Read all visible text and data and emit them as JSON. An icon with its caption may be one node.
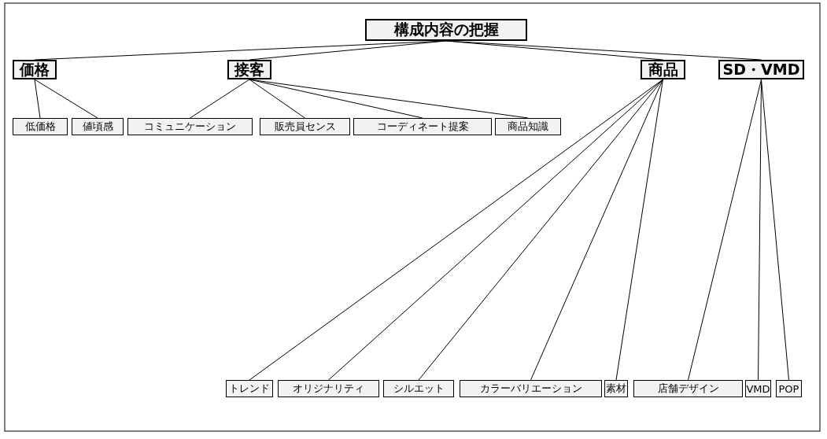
{
  "diagram": {
    "nodes": [
      {
        "text": [
          "構成内容の把握"
        ]
      },
      {
        "text": [
          "価格"
        ]
      },
      {
        "text": [
          "接客"
        ]
      },
      {
        "text": [
          "商品"
        ]
      },
      {
        "text": [
          "SD・VMD"
        ]
      },
      {
        "text": [
          "低価格"
        ]
      },
      {
        "text": [
          "値頃感"
        ]
      },
      {
        "text": [
          "コミュニケーション"
        ]
      },
      {
        "text": [
          "販売員センス"
        ]
      },
      {
        "text": [
          "コーディネート提案"
        ]
      },
      {
        "text": [
          "商品知識"
        ]
      },
      {
        "text": [
          "トレンド"
        ]
      },
      {
        "text": [
          "オリジナリティ"
        ]
      },
      {
        "text": [
          "シルエット"
        ]
      },
      {
        "text": [
          "カラーバリエーション"
        ]
      },
      {
        "text": [
          "素材"
        ]
      },
      {
        "text": [
          "店舗デザイン"
        ]
      },
      {
        "text": [
          "VMD"
        ]
      },
      {
        "text": [
          "POP"
        ]
      }
    ],
    "edges": [
      {
        "from": 0,
        "to": 1,
        "arrow": "none"
      },
      {
        "from": 0,
        "to": 2,
        "arrow": "none"
      },
      {
        "from": 0,
        "to": 3,
        "arrow": "none"
      },
      {
        "from": 0,
        "to": 4,
        "arrow": "none"
      },
      {
        "from": 1,
        "to": 5,
        "arrow": "none"
      },
      {
        "from": 1,
        "to": 6,
        "arrow": "none"
      },
      {
        "from": 2,
        "to": 7,
        "arrow": "none"
      },
      {
        "from": 2,
        "to": 8,
        "arrow": "none"
      },
      {
        "from": 2,
        "to": 9,
        "arrow": "none"
      },
      {
        "from": 2,
        "to": 10,
        "arrow": "none"
      },
      {
        "from": 3,
        "to": 11,
        "arrow": "none"
      },
      {
        "from": 3,
        "to": 12,
        "arrow": "none"
      },
      {
        "from": 3,
        "to": 13,
        "arrow": "none"
      },
      {
        "from": 3,
        "to": 14,
        "arrow": "none"
      },
      {
        "from": 3,
        "to": 15,
        "arrow": "none"
      },
      {
        "from": 4,
        "to": 16,
        "arrow": "none"
      },
      {
        "from": 4,
        "to": 17,
        "arrow": "none"
      },
      {
        "from": 4,
        "to": 18,
        "arrow": "none"
      }
    ]
  }
}
